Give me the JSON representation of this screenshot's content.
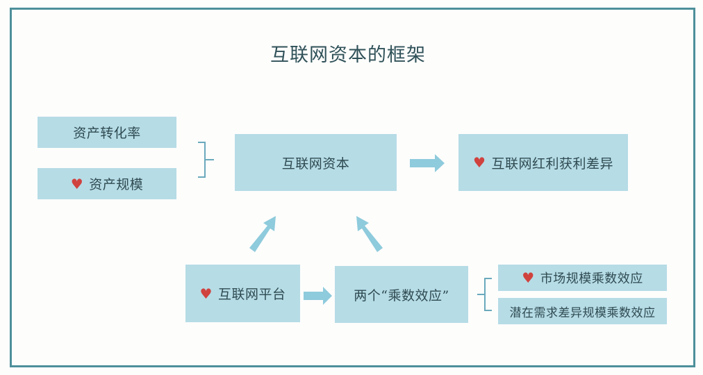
{
  "title": "互联网资本的框架",
  "colors": {
    "frame": "#4d8f9a",
    "box_fill": "#b6dce6",
    "arrow": "#8ecbdc",
    "heart": "#d0423e",
    "text": "#2f4a50"
  },
  "nodes": {
    "asset_conversion": {
      "label": "资产转化率",
      "icon": ""
    },
    "asset_scale": {
      "label": "资产规模",
      "icon": "heart-icon"
    },
    "internet_capital": {
      "label": "互联网资本",
      "icon": ""
    },
    "profit_difference": {
      "label": "互联网红利获利差异",
      "icon": "heart-icon"
    },
    "internet_platform": {
      "label": "互联网平台",
      "icon": "heart-icon"
    },
    "two_multipliers": {
      "label": "两个“乘数效应”",
      "icon": ""
    },
    "market_scale_multiplier": {
      "label": "市场规模乘数效应",
      "icon": "heart-icon"
    },
    "latent_demand_multiplier": {
      "label": "潜在需求差异规模乘数效应",
      "icon": ""
    }
  },
  "heart_glyph": "♥",
  "edges": [
    {
      "from": "asset_conversion+asset_scale",
      "to": "internet_capital",
      "type": "brace"
    },
    {
      "from": "internet_capital",
      "to": "profit_difference",
      "type": "arrow"
    },
    {
      "from": "internet_platform",
      "to": "internet_capital",
      "type": "arrow"
    },
    {
      "from": "two_multipliers",
      "to": "internet_capital",
      "type": "arrow"
    },
    {
      "from": "internet_platform",
      "to": "two_multipliers",
      "type": "arrow"
    },
    {
      "from": "two_multipliers",
      "to": "market_scale_multiplier+latent_demand_multiplier",
      "type": "brace"
    }
  ]
}
